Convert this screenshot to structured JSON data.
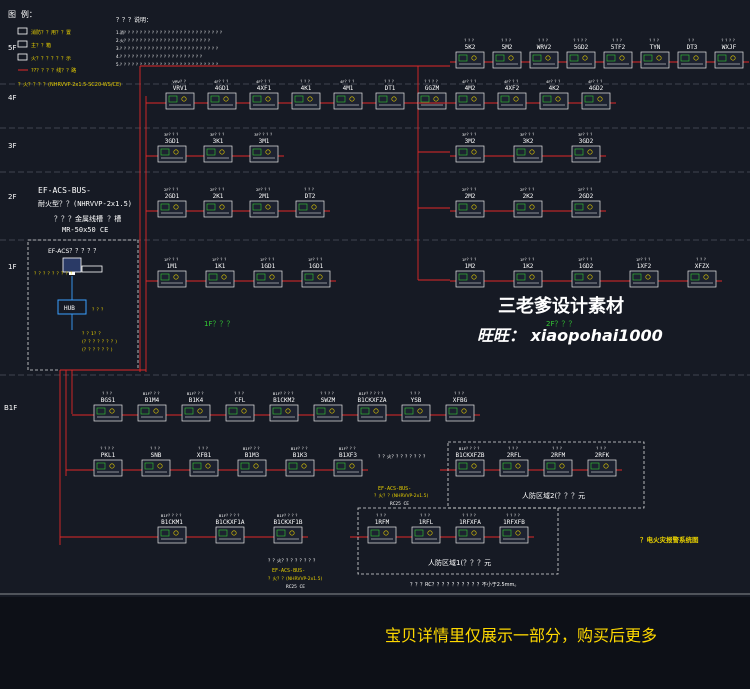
{
  "legend": {
    "title": "图 例：",
    "items": [
      "消防？？用？？置",
      "主？？箱",
      "火？？？？？？示",
      "??？？？？线？？路"
    ],
    "cable": "？火？？？？(NHRVVP-2x1.5-SC20-WS/CE)"
  },
  "notes": {
    "title": "？？？说明：",
    "lines": [
      "1.消？？？？？？？？？？？？？？？？？？？？？？？？？",
      "2.火？？？？？？？？？？？？？？？？？？？？？？",
      "3.？？？？？？？？？？？？？？？？？？？？？？？？？",
      "4.？？？？？？？？？？？？？？？？？？？？？",
      "5.？？？？？？？？？？？？？？？？？？？？？？？？？"
    ]
  },
  "floors": [
    {
      "id": "5f",
      "label": "5F"
    },
    {
      "id": "4f",
      "label": "4F"
    },
    {
      "id": "3f",
      "label": "3F"
    },
    {
      "id": "2f",
      "label": "2F"
    },
    {
      "id": "1f",
      "label": "1F"
    },
    {
      "id": "b1f",
      "label": "B1F"
    }
  ],
  "host": {
    "bus_label": "EF-ACS-BUS-",
    "bus_cable": "耐火型？？(NHRVVP-2x1.5)",
    "tray": "？？？金属线槽 ？槽",
    "tray_spec": "MR-50x50 CE",
    "box_title": "EF-ACS？？？？？",
    "monitor_text": "？？？？？？？？？",
    "hub": "HUB",
    "hub_note": "？？？",
    "power_note_1": "？？1？？",
    "power_note_2": "(？？？？？？？)",
    "power_note_3": "(？？？？？？)"
  },
  "rows": [
    {
      "id": "5f-right",
      "modules": [
        "5K2",
        "5M2",
        "WRV2",
        "5GD2",
        "5TF2",
        "TYN",
        "DT3",
        "WXJF"
      ],
      "labels": [
        "？？？",
        "？？？",
        "？？？",
        "？？？？",
        "？？？",
        "？？？",
        "？？",
        "？？？？"
      ]
    },
    {
      "id": "4f-left",
      "modules": [
        "VRV1",
        "4GD1",
        "4XF1",
        "4K1",
        "4M1",
        "DT1",
        "GGZM"
      ],
      "labels": [
        "VRV？？",
        "4F？？？",
        "4F？？？",
        "？？？",
        "4F？？？",
        "？？？",
        "？？？？"
      ]
    },
    {
      "id": "4f-right",
      "modules": [
        "4M2",
        "4XF2",
        "4K2",
        "4GD2"
      ],
      "labels": [
        "4F？？？",
        "4F？？？",
        "4F？？？",
        "4F？？？"
      ]
    },
    {
      "id": "3f-left",
      "modules": [
        "3GD1",
        "3K1",
        "3M1"
      ],
      "labels": [
        "3F？？？",
        "3F？？？",
        "3F？？？？"
      ]
    },
    {
      "id": "3f-right",
      "modules": [
        "3M2",
        "3K2",
        "3GD2"
      ],
      "labels": [
        "3F？？？",
        "3F？？？",
        "3F？？？"
      ]
    },
    {
      "id": "2f-left",
      "modules": [
        "2GD1",
        "2K1",
        "2M1",
        "DT2"
      ],
      "labels": [
        "2F？？？",
        "2F？？？",
        "2F？？？",
        "？？？"
      ]
    },
    {
      "id": "2f-right",
      "modules": [
        "2M2",
        "2K2",
        "2GD2"
      ],
      "labels": [
        "2F？？？",
        "2F？？？",
        "2F？？？"
      ]
    },
    {
      "id": "1f-left",
      "modules": [
        "1M1",
        "1K1",
        "1GD1",
        "1GD1"
      ],
      "labels": [
        "1F？？？",
        "1F？？？",
        "1F？？？",
        "1F？？？"
      ]
    },
    {
      "id": "1f-right",
      "modules": [
        "1M2",
        "1K2",
        "1GD2",
        "1XF2",
        "XFZX"
      ],
      "labels": [
        "1F？？？",
        "1F？？？",
        "1F？？？",
        "1F？？？",
        "？？？"
      ]
    },
    {
      "id": "b1f-row1",
      "modules": [
        "BGS1",
        "B1M4",
        "B1K4",
        "CFL",
        "B1CKM2",
        "SWZM",
        "B1CKXFZA",
        "YSB",
        "XFBG"
      ],
      "labels": [
        "？？？",
        "B1F？？？",
        "B1F？？？",
        "？？？",
        "B1F？？？？",
        "？？？？",
        "B1F？？？？？",
        "？？？",
        "？？？"
      ]
    },
    {
      "id": "b1f-row2",
      "modules": [
        "PKL1",
        "SNB",
        "XFB1",
        "B1M3",
        "B1K3",
        "B1XF3"
      ],
      "labels": [
        "？？？？",
        "？？？",
        "？？？",
        "B1F？？？",
        "B1F？？？",
        "B1F？？？"
      ]
    },
    {
      "id": "b1f-zone2",
      "modules": [
        "B1CKXFZB",
        "2RFL",
        "2RFM",
        "2RFK"
      ],
      "labels": [
        "B1F？？？？",
        "？？？",
        "？？？",
        "？？？"
      ]
    },
    {
      "id": "b1f-row3",
      "modules": [
        "B1CKM1",
        "B1CKXF1A",
        "B1CKXF1B"
      ],
      "labels": [
        "B1F？？？？",
        "B1F？？？？",
        "B1F？？？？"
      ]
    },
    {
      "id": "b1f-zone1",
      "modules": [
        "1RFM",
        "1RFL",
        "1RFXFA",
        "1RFXFB"
      ],
      "labels": [
        "？？？",
        "？？？",
        "？？？？",
        "？？？？"
      ]
    }
  ],
  "zones": {
    "zone2": "人防区域2(？？？元",
    "zone1": "人防区域1(？？？元"
  },
  "annotations": {
    "b1f_bus1": "EF-ACS-BUS-",
    "b1f_cable1": "？火？？(NHRVVP-2x1.5)",
    "b1f_tray1": "RC25 CE",
    "b1f_bus2": "EF-ACS-BUS-",
    "b1f_cable2": "？火？？(NHRVVP-2x1.5)",
    "b1f_tray2": "RC25 CE",
    "b1f_note_a": "？？火？？？？？？？？",
    "b1f_note_b": "？？火？？？？？？？？",
    "green_1": "1F？？？",
    "green_2": "2F？？？",
    "bottom_note": "？？？RC？？？？？？？？？？不小于2.5mm。",
    "drawing_title": "？电火灾报警系统图"
  },
  "watermark": {
    "line1": "三老爹设计素材",
    "line2": "旺旺： xiaopohai1000"
  },
  "banner": "宝贝详情里仅展示一部分，购买后更多",
  "colors": {
    "background": "#161a24",
    "bus": "#e02828",
    "module": "#e8e8e8",
    "zone_border": "#dddddd",
    "green": "#33cc33",
    "yellow": "#e8d000",
    "banner": "#ffd900"
  }
}
